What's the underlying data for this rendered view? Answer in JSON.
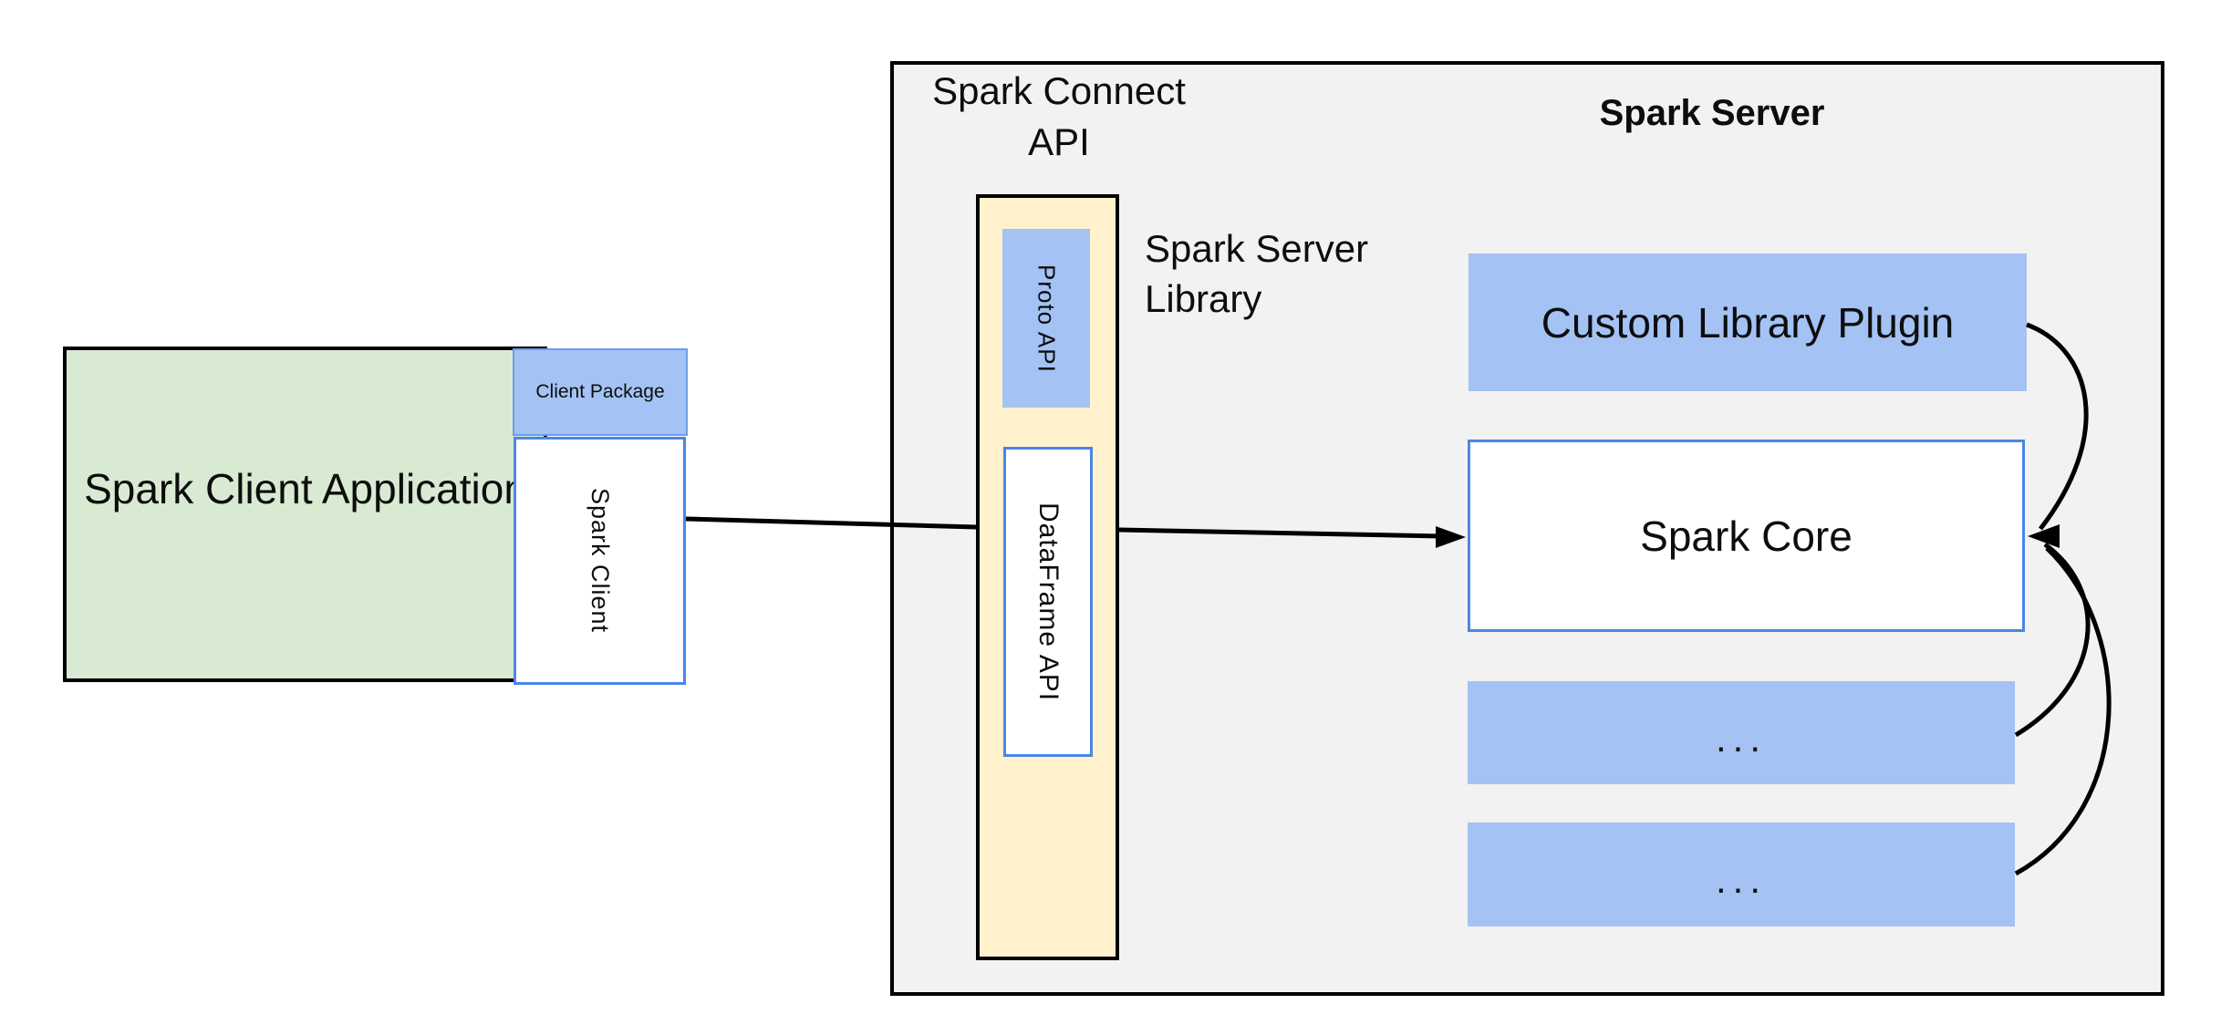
{
  "diagram": {
    "client": {
      "app_label": "Spark Client Application",
      "client_package_label": "Client Package",
      "spark_client_label": "Spark Client"
    },
    "server": {
      "title": "Spark Server",
      "connect_api_label": "Spark Connect API",
      "server_library_label": "Spark Server Library",
      "proto_api_label": "Proto API",
      "dataframe_api_label": "DataFrame API",
      "custom_plugin_label": "Custom Library Plugin",
      "spark_core_label": "Spark Core",
      "ellipsis_box_1": "...",
      "ellipsis_box_2": "..."
    },
    "colors": {
      "server_background": "#f2f2f2",
      "client_app_fill": "#d9ead3",
      "blue_block_fill": "#a4c2f4",
      "connect_api_fill": "#fff2cc",
      "blue_box_border": "#4a86e8",
      "outline": "#000000"
    }
  }
}
